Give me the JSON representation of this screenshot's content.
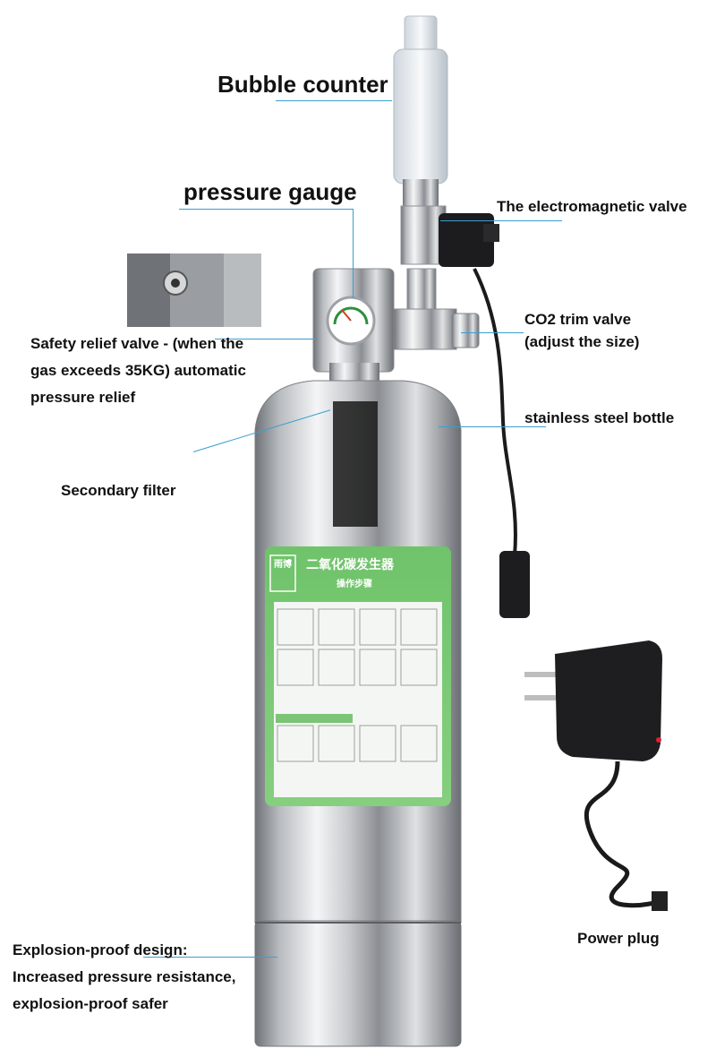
{
  "labels": {
    "bubble_counter": "Bubble counter",
    "pressure_gauge": "pressure gauge",
    "electromagnetic_valve": "The electromagnetic valve",
    "co2_trim_valve": "CO2 trim valve\n(adjust the size)",
    "safety_relief_valve": "Safety relief valve - (when the\ngas exceeds 35KG) automatic\npressure relief",
    "stainless_steel_bottle": "stainless steel bottle",
    "secondary_filter": "Secondary filter",
    "explosion_proof": "Explosion-proof design:\nIncreased pressure resistance,\nexplosion-proof safer",
    "power_plug": "Power plug"
  },
  "bottle_label": {
    "title": "二氧化碳发生器",
    "subtitle": "操作步骤",
    "logo": "雨博"
  },
  "colors": {
    "callout_line": "#3a9fd0",
    "label_green": "#7cc576",
    "steel_light": "#e9eaeb",
    "steel_dark": "#7d8085"
  }
}
